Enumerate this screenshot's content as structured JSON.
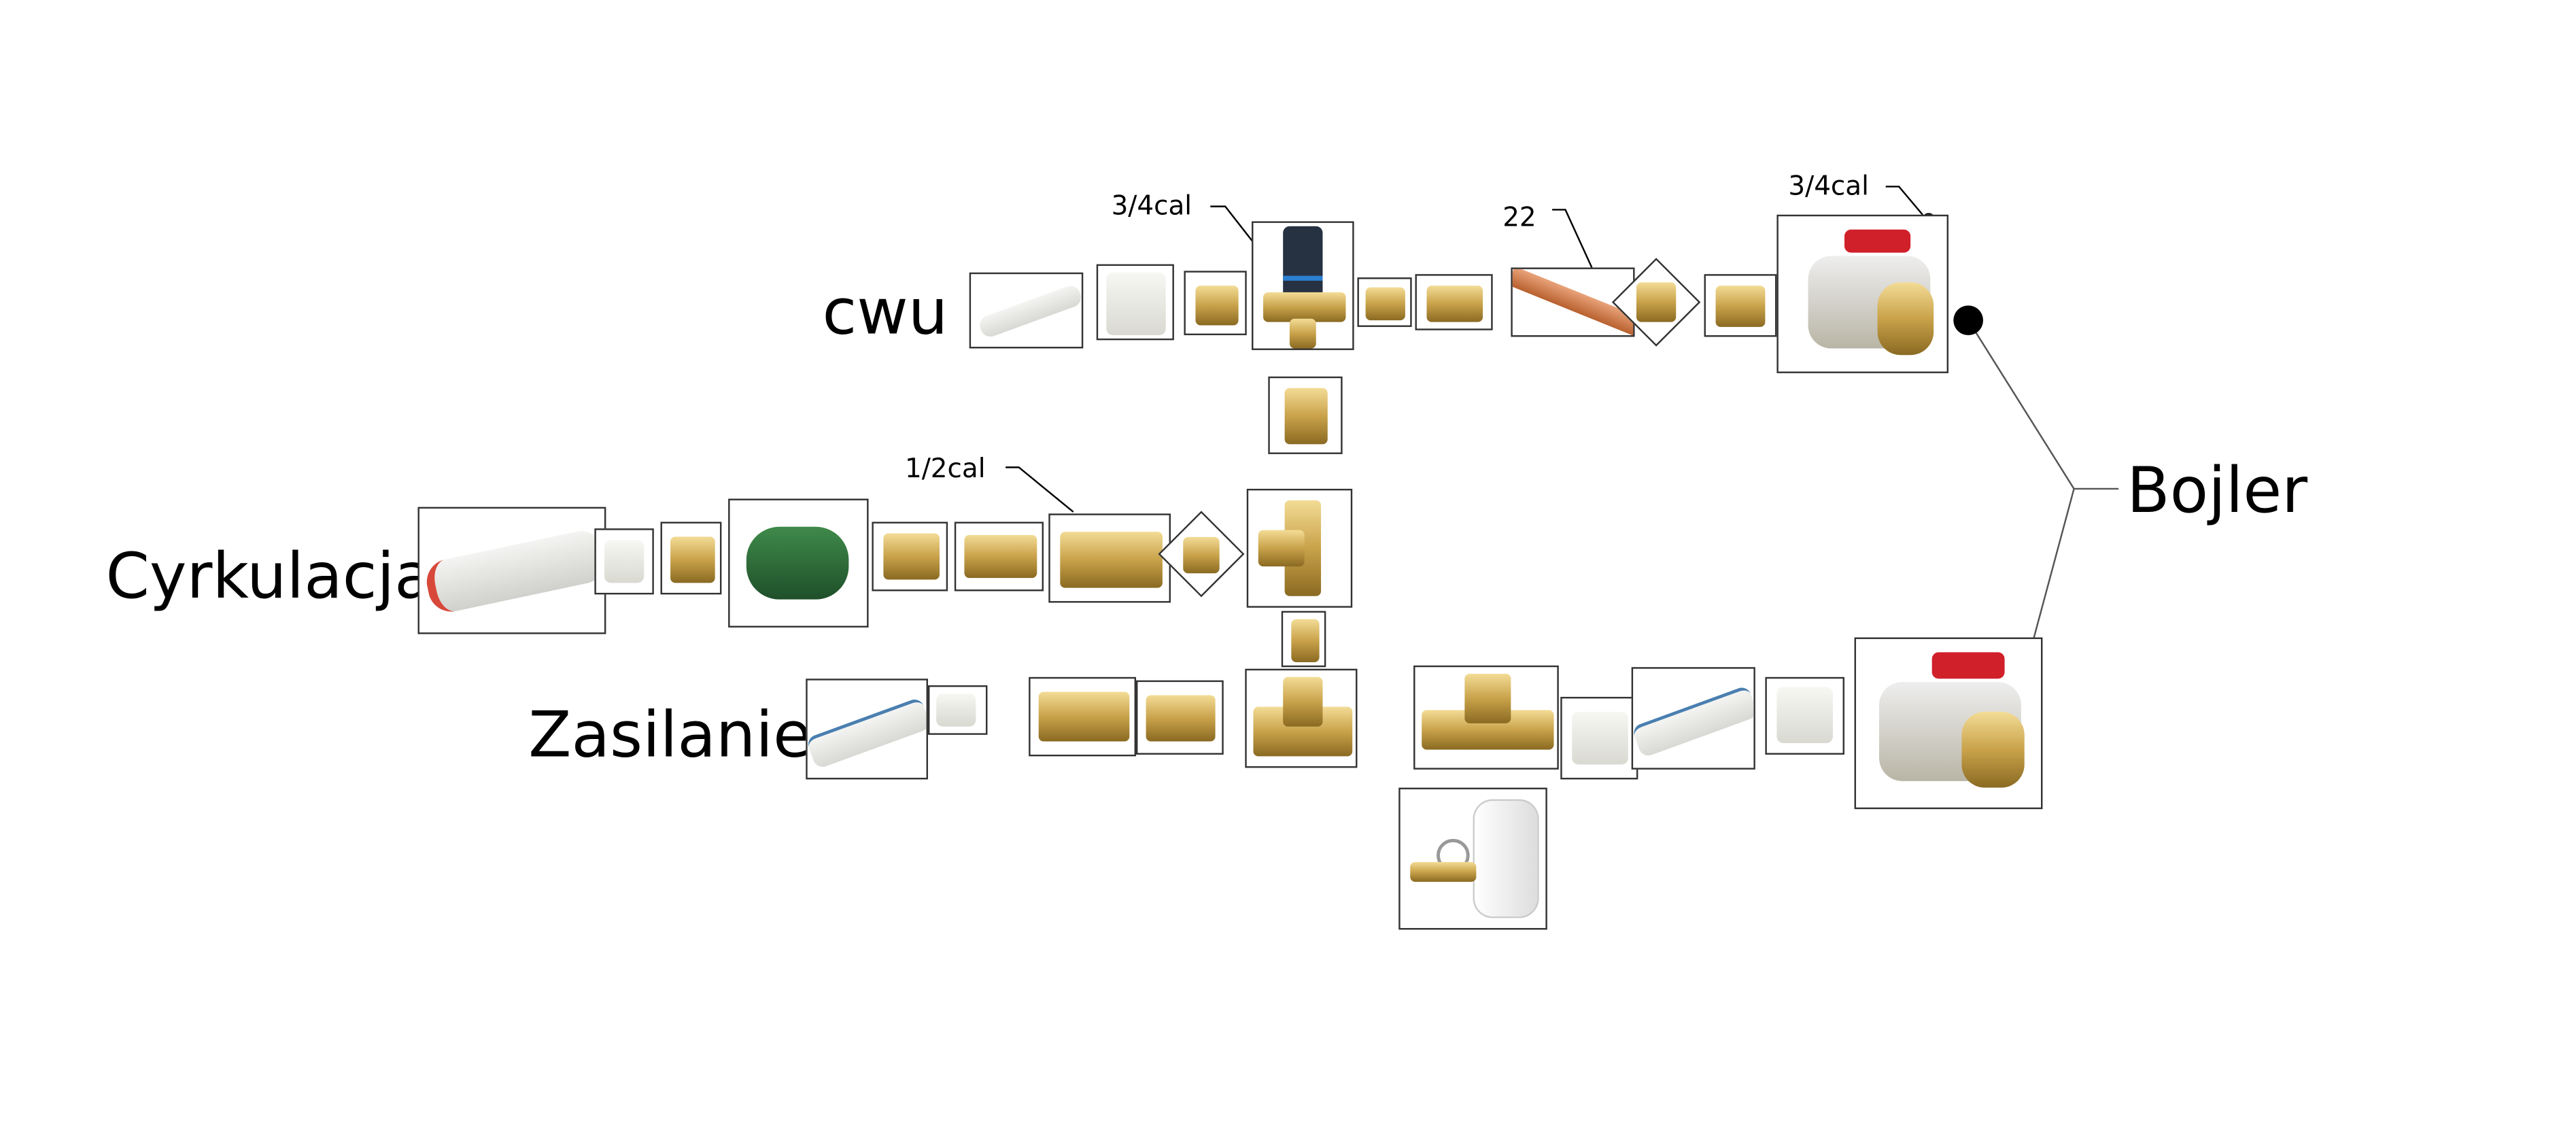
{
  "labels": {
    "cwu": "cwu",
    "cyrkulacja": "Cyrkulacja",
    "zasilanie": "Zasilanie",
    "bojler": "Bojler"
  },
  "annotations": {
    "valve_size": "3/4cal",
    "copper_size": "22",
    "ball_valve_size": "3/4cal",
    "check_valve_size": "1/2cal"
  },
  "colors": {
    "brass": "#c9a24a",
    "copper": "#c0703a",
    "valve_handle": "#d0202a",
    "pump": "#2f6b3a",
    "pipe_stripe": "#4a7fb0"
  }
}
